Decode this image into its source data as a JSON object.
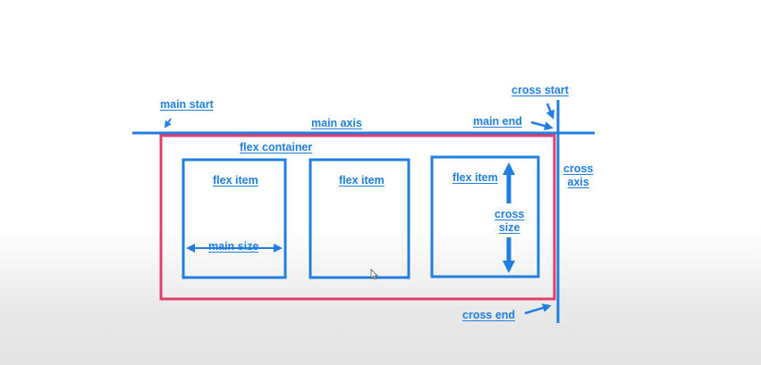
{
  "colors": {
    "blue": "#1f7ee0",
    "container_border": "#e33e6a",
    "background_top": "#ffffff",
    "background_bottom": "#e3e3e3"
  },
  "labels": {
    "main_start": "main start",
    "main_axis": "main axis",
    "main_end": "main end",
    "cross_start": "cross start",
    "cross_axis_line1": "cross",
    "cross_axis_line2": "axis",
    "cross_end": "cross end",
    "flex_container": "flex container",
    "flex_item_1": "flex item",
    "flex_item_2": "flex item",
    "flex_item_3": "flex item",
    "main_size": "main size",
    "cross_size_line1": "cross",
    "cross_size_line2": "size"
  },
  "icons": [
    "arrow-icon",
    "double-arrow-icon",
    "mouse-cursor-icon"
  ]
}
